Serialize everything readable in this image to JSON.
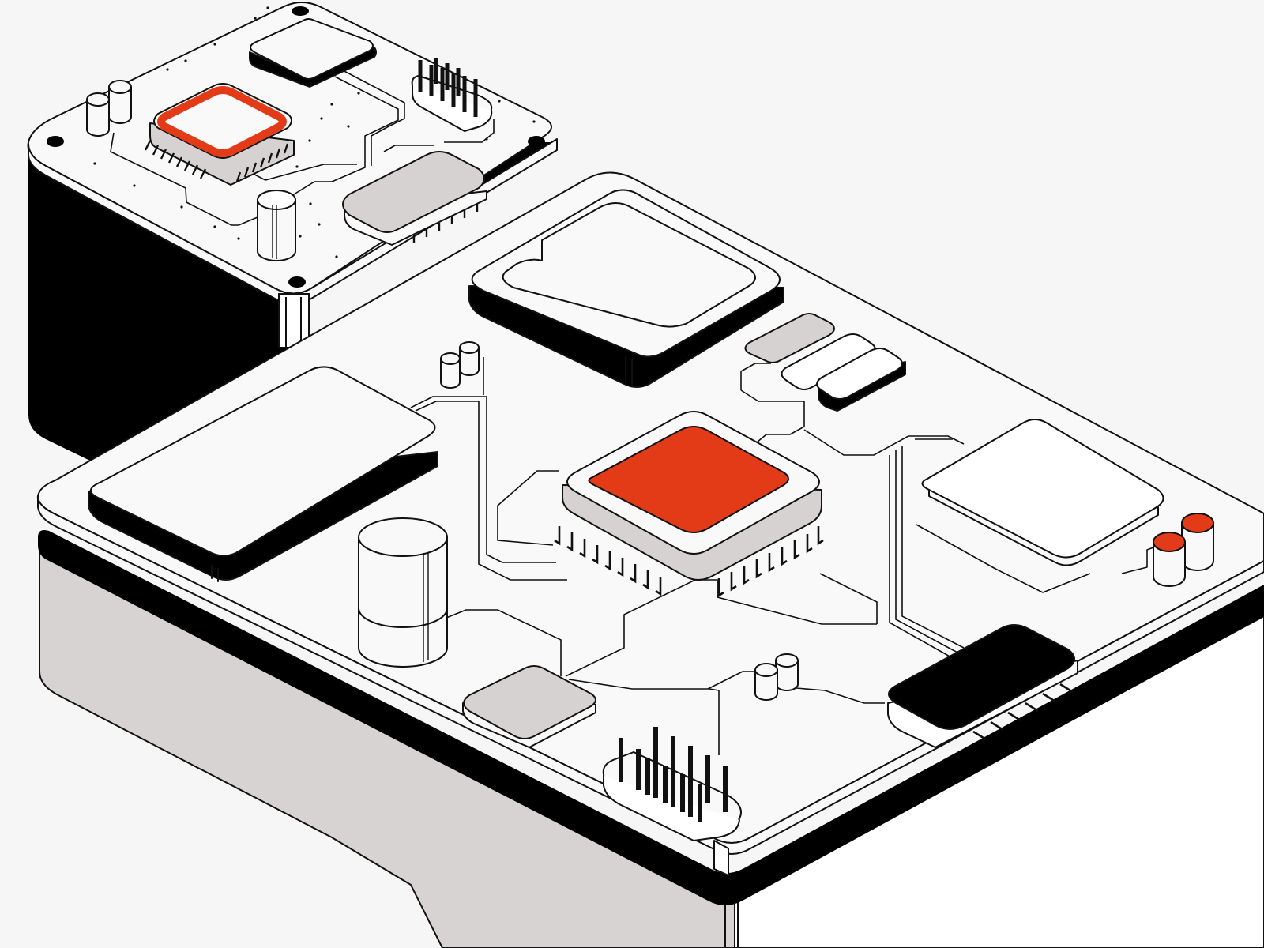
{
  "illustration": {
    "style": "isometric line-art",
    "subject": "circuit boards",
    "colors": {
      "background": "#f6f6f6",
      "board": "#f9f9f9",
      "board_white": "#ffffff",
      "outline": "#111111",
      "accent": "#e33b18",
      "chip_grey": "#d7d2d2",
      "side_grey": "#d8d3d3",
      "shadow": "#000000"
    },
    "accent_parts": [
      "upper-board-chip-outline",
      "main-processor-top",
      "capacitor-caps"
    ],
    "text_labels": []
  }
}
